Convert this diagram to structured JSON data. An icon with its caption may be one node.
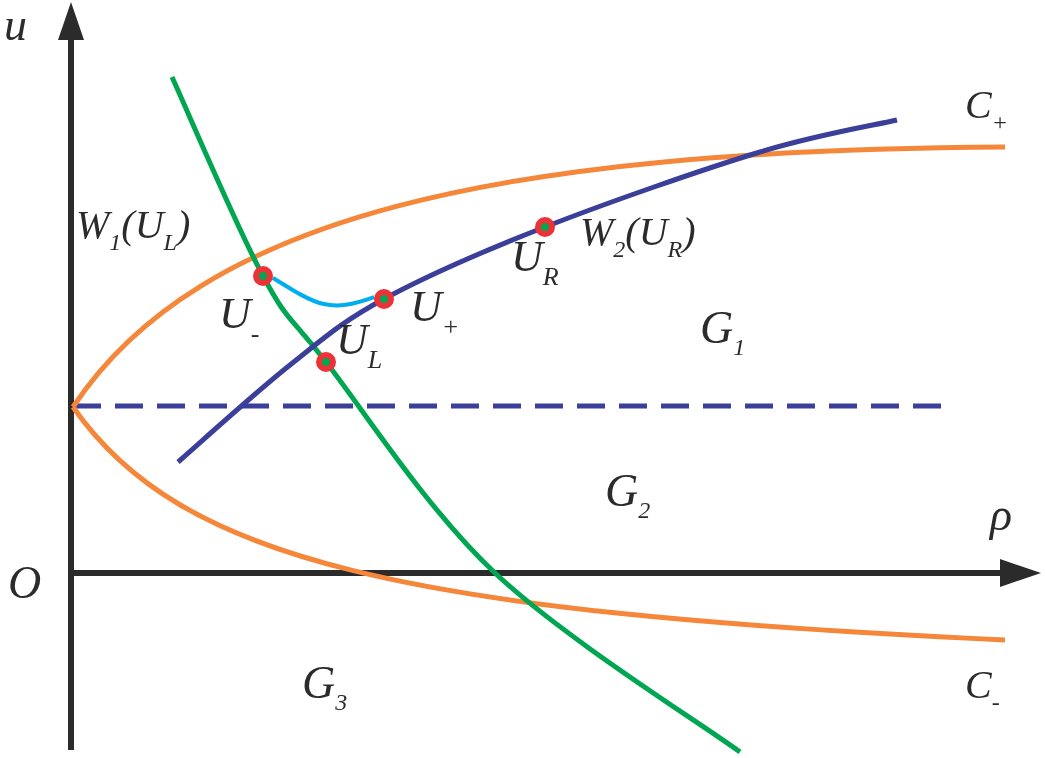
{
  "diagram": {
    "nodes": [
      {
        "text": [],
        "shape": "circle",
        "beside": [
          "U$_{-}$"
        ]
      },
      {
        "text": [],
        "shape": "circle",
        "beside": [
          "U$_{+}$"
        ]
      },
      {
        "text": [],
        "shape": "circle",
        "beside": [
          "U$_{L}$"
        ]
      },
      {
        "text": [],
        "shape": "circle",
        "beside": [
          "U$_{R}$"
        ]
      }
    ],
    "edges": [
      {
        "from": 0,
        "to": 1,
        "arrow": "none"
      }
    ],
    "labels": [
      "u",
      "ρ",
      "O",
      "C$_{+}$",
      "C$_{-}$",
      "W$_{1}$(U$_{L}$)",
      "W$_{2}$(U$_{R}$)",
      "G$_{1}$",
      "G$_{2}$",
      "G$_{3}$"
    ]
  }
}
